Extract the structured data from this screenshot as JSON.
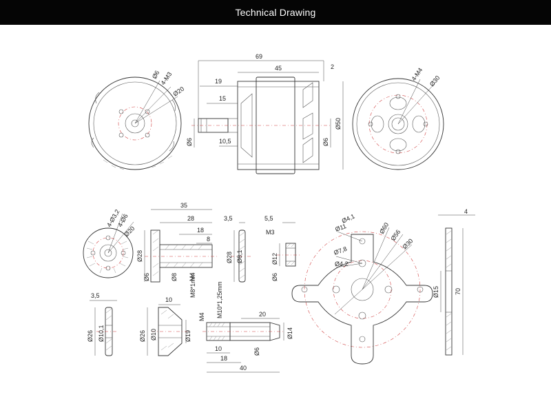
{
  "header": {
    "title": "Technical Drawing"
  },
  "colors": {
    "header_bg": "#050505",
    "header_text": "#ffffff",
    "line": "#333333",
    "centerline": "#d04040"
  },
  "labels": {
    "front": {
      "d6": "Ø6",
      "m3": "4-M3",
      "d20": "Ø20"
    },
    "side": {
      "l69": "69",
      "l45": "45",
      "l2": "2",
      "l19": "19",
      "l15": "15",
      "l10_5": "10,5",
      "d6a": "Ø6",
      "d6b": "Ø6",
      "d50": "Ø50"
    },
    "back": {
      "m4": "4-M4",
      "d30": "Ø30"
    },
    "mount": {
      "d3_2": "4-Ø3,2",
      "d6": "4-Ø6",
      "d20": "Ø20"
    },
    "adapter": {
      "l35": "35",
      "l28": "28",
      "l18": "18",
      "l8": "8",
      "d28": "Ø28",
      "d6": "Ø6",
      "d8": "Ø8",
      "m4": "M4",
      "m8": "M8*1mm"
    },
    "washer": {
      "l3_5": "3,5",
      "d28": "Ø28",
      "d8_1": "Ø8,1"
    },
    "nut": {
      "l5_5": "5,5",
      "m3": "M3",
      "d12": "Ø12",
      "d6": "Ø6"
    },
    "xmount": {
      "d4_1": "Ø4,1",
      "d11": "Ø11",
      "d60": "Ø60",
      "d56": "Ø56",
      "d30": "Ø30",
      "d7_8": "Ø7,8",
      "d4_2": "Ø4,2"
    },
    "plate": {
      "l4": "4",
      "d15": "Ø15",
      "l70": "70"
    },
    "ring1": {
      "l3_5": "3,5",
      "d26": "Ø26",
      "d10_1": "Ø10,1"
    },
    "ring2": {
      "l10": "10",
      "d26": "Ø26",
      "d10": "Ø10",
      "d19": "Ø19"
    },
    "shaft": {
      "m4": "M4",
      "m10": "M10*1,25mm",
      "l20": "20",
      "d14": "Ø14",
      "l10": "10",
      "l18": "18",
      "d6": "Ø6",
      "l40": "40"
    }
  }
}
